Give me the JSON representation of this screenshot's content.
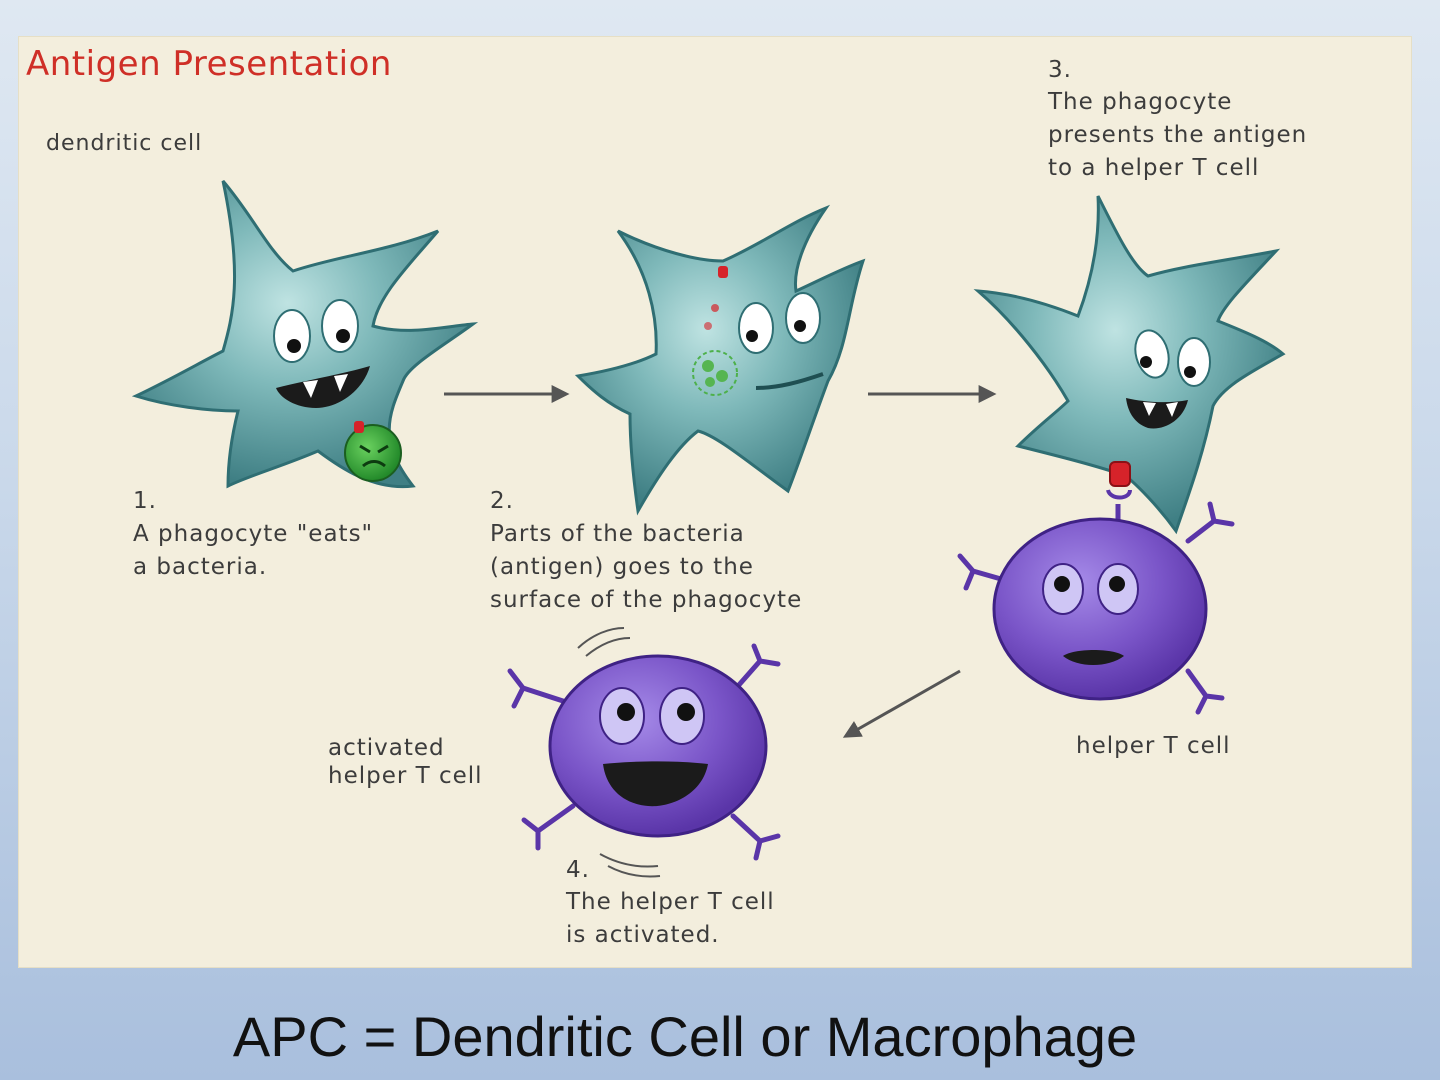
{
  "title": "Antigen Presentation",
  "labels": {
    "dendritic_cell": "dendritic cell",
    "step1_num": "1.",
    "step1_text": "A phagocyte \"eats\"\na bacteria.",
    "step2_num": "2.",
    "step2_text": "Parts of the bacteria\n(antigen) goes to the\nsurface of the phagocyte",
    "step3_num": "3.",
    "step3_text": "The phagocyte\npresents the antigen\nto a helper T cell",
    "helper_t": "helper T cell",
    "activated": "activated\nhelper T cell",
    "step4_num": "4.",
    "step4_text": "The helper T cell\nis activated."
  },
  "caption": "APC = Dendritic Cell or Macrophage",
  "colors": {
    "panel": "#f3eedd",
    "title": "#cf2f27",
    "dendritic": "#5f9ea0",
    "tcell": "#7b55c6",
    "bacteria": "#3da53a",
    "antigen": "#d6232a",
    "arrow": "#555555"
  }
}
